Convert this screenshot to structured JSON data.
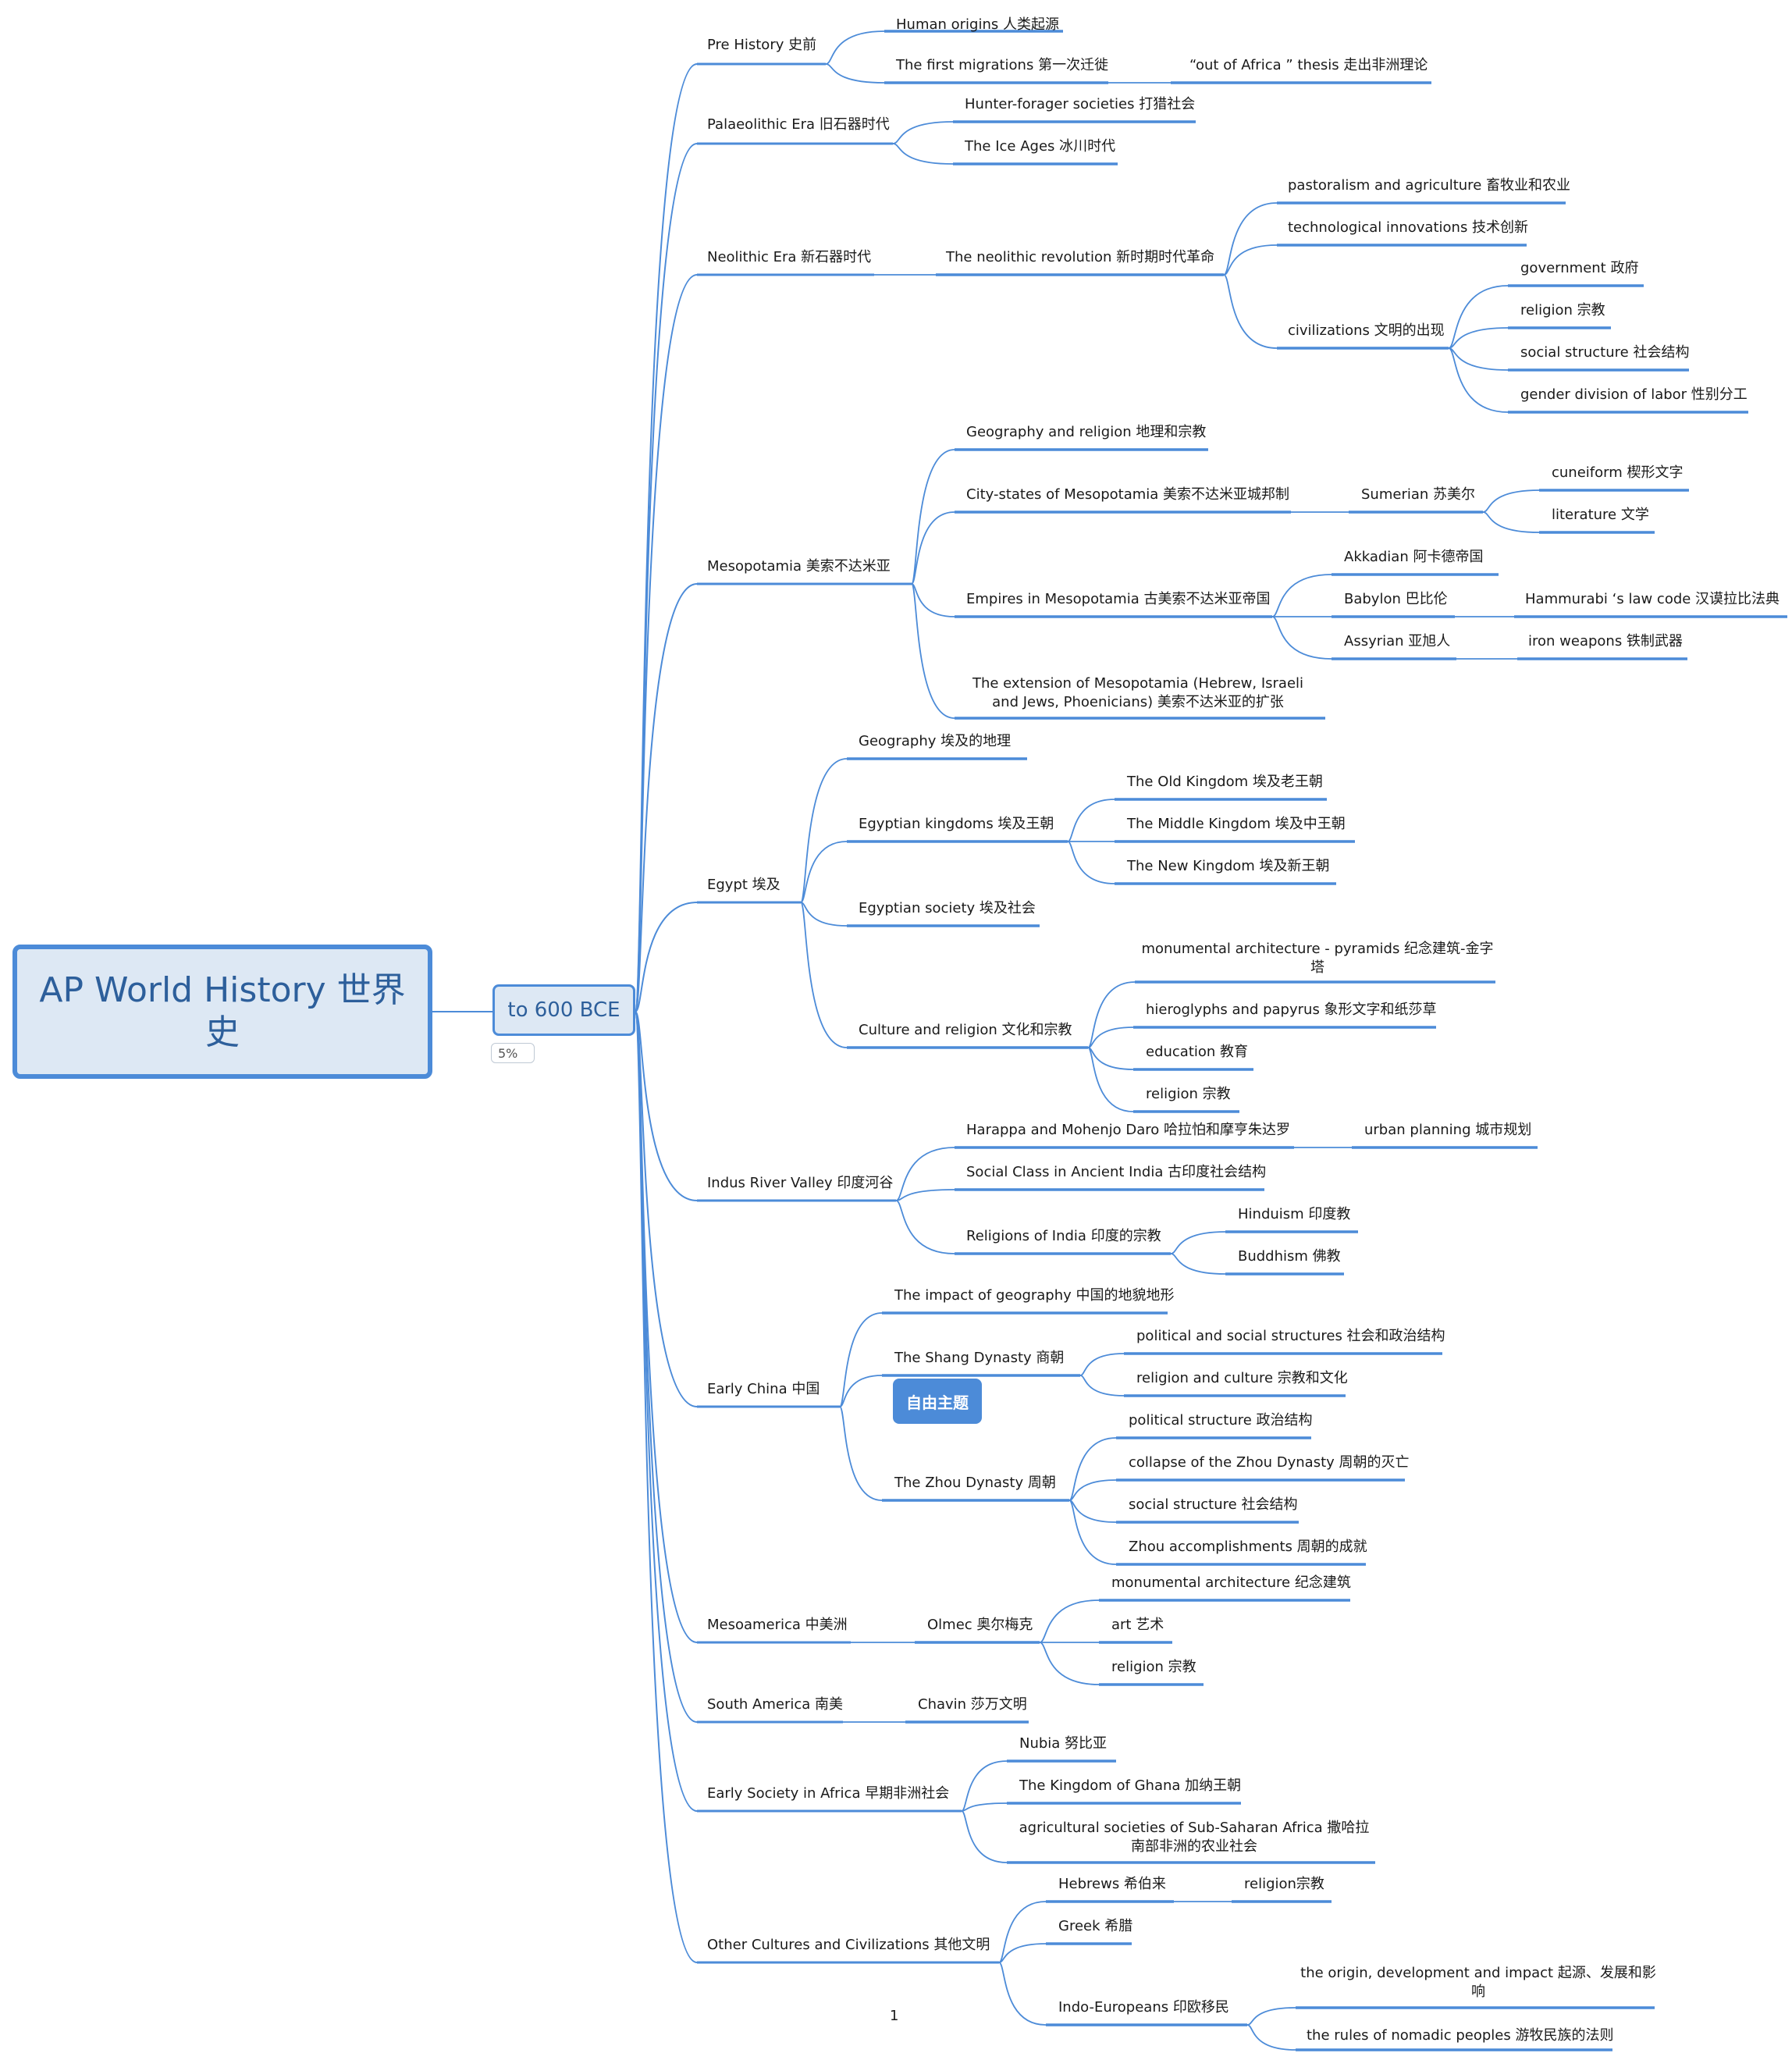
{
  "root": {
    "label": "AP World History 世界史"
  },
  "branch": {
    "label": "to 600 BCE",
    "progress": "5%"
  },
  "floating_topic": "自由主题",
  "page_number": "1",
  "nodes": [
    {
      "id": "pre",
      "text": "Pre History 史前"
    },
    {
      "id": "pre1",
      "text": "Human origins 人类起源"
    },
    {
      "id": "pre2",
      "text": "The first migrations 第一次迁徙"
    },
    {
      "id": "pre2a",
      "text": "“out of Africa ” thesis 走出非洲理论"
    },
    {
      "id": "pal",
      "text": "Palaeolithic Era 旧石器时代"
    },
    {
      "id": "pal1",
      "text": "Hunter-forager societies 打猎社会"
    },
    {
      "id": "pal2",
      "text": "The Ice Ages 冰川时代"
    },
    {
      "id": "neo",
      "text": "Neolithic Era 新石器时代"
    },
    {
      "id": "neo1",
      "text": "The neolithic revolution 新时期时代革命"
    },
    {
      "id": "neo1a",
      "text": "pastoralism and agriculture 畜牧业和农业"
    },
    {
      "id": "neo1b",
      "text": "technological innovations 技术创新"
    },
    {
      "id": "neo1c",
      "text": "civilizations 文明的出现"
    },
    {
      "id": "neo1c1",
      "text": "government 政府"
    },
    {
      "id": "neo1c2",
      "text": "religion 宗教"
    },
    {
      "id": "neo1c3",
      "text": "social structure 社会结构"
    },
    {
      "id": "neo1c4",
      "text": "gender division of labor 性别分工"
    },
    {
      "id": "mes",
      "text": "Mesopotamia 美索不达米亚"
    },
    {
      "id": "mes1",
      "text": "Geography and religion 地理和宗教"
    },
    {
      "id": "mes2",
      "text": "City-states of Mesopotamia 美索不达米亚城邦制"
    },
    {
      "id": "mes2a",
      "text": "Sumerian 苏美尔"
    },
    {
      "id": "mes2a1",
      "text": "cuneiform 楔形文字"
    },
    {
      "id": "mes2a2",
      "text": "literature 文学"
    },
    {
      "id": "mes3",
      "text": "Empires in Mesopotamia 古美索不达米亚帝国"
    },
    {
      "id": "mes3a",
      "text": "Akkadian 阿卡德帝国"
    },
    {
      "id": "mes3b",
      "text": "Babylon 巴比伦"
    },
    {
      "id": "mes3b1",
      "text": "Hammurabi ‘s law code 汉谟拉比法典"
    },
    {
      "id": "mes3c",
      "text": "Assyrian 亚旭人"
    },
    {
      "id": "mes3c1",
      "text": "iron weapons 铁制武器"
    },
    {
      "id": "mes4",
      "text": "The extension of Mesopotamia (Hebrew, Israeli and Jews, Phoenicians) 美索不达米亚的扩张"
    },
    {
      "id": "egy",
      "text": "Egypt 埃及"
    },
    {
      "id": "egy1",
      "text": "Geography 埃及的地理"
    },
    {
      "id": "egy2",
      "text": "Egyptian kingdoms 埃及王朝"
    },
    {
      "id": "egy2a",
      "text": "The Old Kingdom 埃及老王朝"
    },
    {
      "id": "egy2b",
      "text": "The Middle Kingdom 埃及中王朝"
    },
    {
      "id": "egy2c",
      "text": "The New Kingdom 埃及新王朝"
    },
    {
      "id": "egy3",
      "text": "Egyptian society 埃及社会"
    },
    {
      "id": "egy4",
      "text": "Culture and religion 文化和宗教"
    },
    {
      "id": "egy4a",
      "text": "monumental architecture - pyramids 纪念建筑-金字塔"
    },
    {
      "id": "egy4b",
      "text": "hieroglyphs and papyrus 象形文字和纸莎草"
    },
    {
      "id": "egy4c",
      "text": "education 教育"
    },
    {
      "id": "egy4d",
      "text": "religion 宗教"
    },
    {
      "id": "ind",
      "text": "Indus River Valley 印度河谷"
    },
    {
      "id": "ind1",
      "text": "Harappa and Mohenjo Daro 哈拉怕和摩亨朱达罗"
    },
    {
      "id": "ind1a",
      "text": "urban planning 城市规划"
    },
    {
      "id": "ind2",
      "text": "Social Class in Ancient India 古印度社会结构"
    },
    {
      "id": "ind3",
      "text": "Religions of India 印度的宗教"
    },
    {
      "id": "ind3a",
      "text": "Hinduism 印度教"
    },
    {
      "id": "ind3b",
      "text": "Buddhism 佛教"
    },
    {
      "id": "chn",
      "text": "Early China 中国"
    },
    {
      "id": "chn1",
      "text": "The impact of geography 中国的地貌地形"
    },
    {
      "id": "chn2",
      "text": "The Shang Dynasty 商朝"
    },
    {
      "id": "chn2a",
      "text": "political and social structures 社会和政治结构"
    },
    {
      "id": "chn2b",
      "text": "religion and culture 宗教和文化"
    },
    {
      "id": "chn3",
      "text": "The Zhou Dynasty 周朝"
    },
    {
      "id": "chn3a",
      "text": "political structure 政治结构"
    },
    {
      "id": "chn3b",
      "text": "collapse of the Zhou Dynasty 周朝的灭亡"
    },
    {
      "id": "chn3c",
      "text": "social structure 社会结构"
    },
    {
      "id": "chn3d",
      "text": "Zhou accomplishments 周朝的成就"
    },
    {
      "id": "mam",
      "text": "Mesoamerica 中美洲"
    },
    {
      "id": "mam1",
      "text": "Olmec 奥尔梅克"
    },
    {
      "id": "mam1a",
      "text": "monumental architecture 纪念建筑"
    },
    {
      "id": "mam1b",
      "text": "art 艺术"
    },
    {
      "id": "mam1c",
      "text": "religion 宗教"
    },
    {
      "id": "sam",
      "text": "South America 南美"
    },
    {
      "id": "sam1",
      "text": "Chavin 莎万文明"
    },
    {
      "id": "afr",
      "text": "Early Society in Africa 早期非洲社会"
    },
    {
      "id": "afr1",
      "text": "Nubia 努比亚"
    },
    {
      "id": "afr2",
      "text": "The Kingdom of Ghana 加纳王朝"
    },
    {
      "id": "afr3",
      "text": "agricultural societies of Sub-Saharan Africa 撒哈拉南部非洲的农业社会"
    },
    {
      "id": "oth",
      "text": "Other Cultures and Civilizations 其他文明"
    },
    {
      "id": "oth1",
      "text": "Hebrews 希伯来"
    },
    {
      "id": "oth1a",
      "text": "religion宗教"
    },
    {
      "id": "oth2",
      "text": "Greek 希腊"
    },
    {
      "id": "oth3",
      "text": "Indo-Europeans 印欧移民"
    },
    {
      "id": "oth3a",
      "text": "the origin, development and impact 起源、发展和影响"
    },
    {
      "id": "oth3b",
      "text": "the rules of nomadic peoples 游牧民族的法则"
    }
  ],
  "colors": {
    "line": "#4c8bd8",
    "box_fill": "#dde8f4",
    "box_text": "#2d5f9b"
  }
}
